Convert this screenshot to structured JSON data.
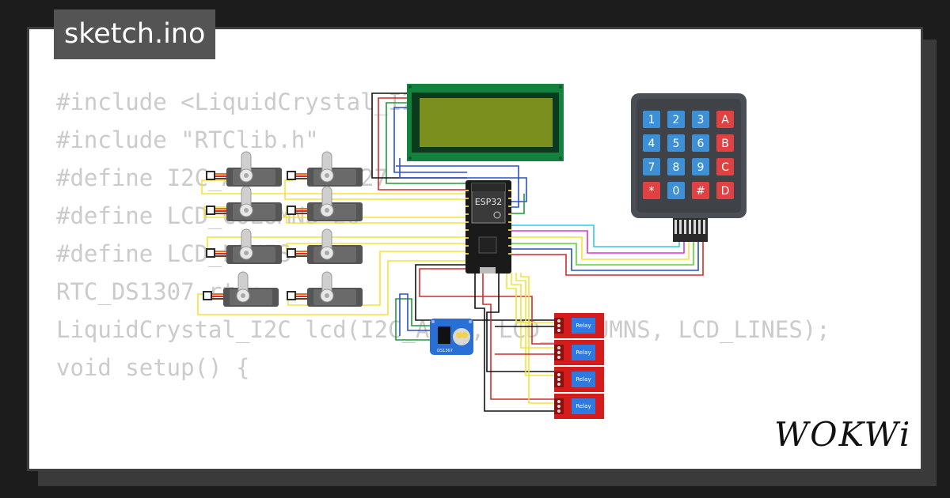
{
  "file_tab": {
    "label": "sketch.ino"
  },
  "code": {
    "lines": [
      "#include <LiquidCrystal_I2C.h>",
      "#include \"RTClib.h\"",
      "",
      "#define I2C_ADDR    0x27",
      "#define LCD_COLUMNS 20",
      "#define LCD_LINES   4",
      "",
      "RTC_DS1307 rtc;",
      "LiquidCrystal_I2C lcd(I2C_ADDR, LCD_COLUMNS, LCD_LINES);",
      "",
      "void setup() {"
    ]
  },
  "esp32": {
    "label": "ESP32"
  },
  "rtc_module": {
    "label": "DS1307"
  },
  "relays": {
    "label": "Relay",
    "count": 4
  },
  "keypad": {
    "keys": [
      "1",
      "2",
      "3",
      "A",
      "4",
      "5",
      "6",
      "B",
      "7",
      "8",
      "9",
      "C",
      "*",
      "0",
      "#",
      "D"
    ]
  },
  "brand": {
    "logo": "WOKWi"
  },
  "colors": {
    "background": "#1c1c1c",
    "card": "#ffffff",
    "code_text": "#cbcbcb",
    "tab_bg": "#545454",
    "lcd_pcb": "#15813f",
    "lcd_screen": "#7a8f1d",
    "keypad_bg": "#4b4e54",
    "key_blue": "#3d8fd6",
    "key_red": "#e04142",
    "relay_red": "#d41c1c",
    "rtc_blue": "#2a6fd6"
  }
}
